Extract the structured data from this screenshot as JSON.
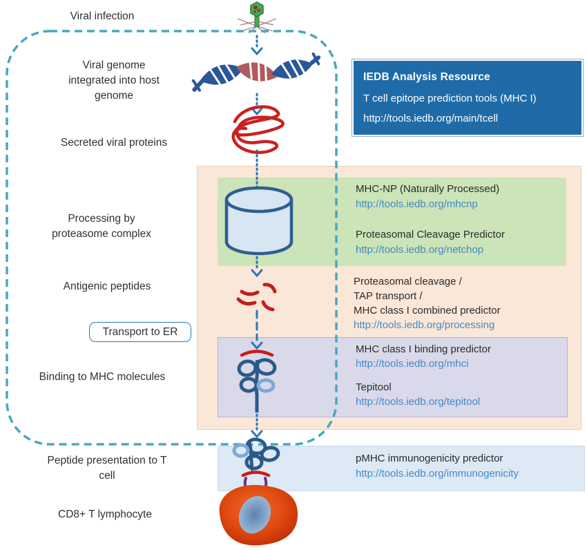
{
  "labels": {
    "viral_infection": "Viral infection",
    "viral_genome": "Viral genome integrated into host genome",
    "secreted_proteins": "Secreted viral proteins",
    "processing": "Processing by proteasome complex",
    "antigenic_peptides": "Antigenic peptides",
    "transport_to_er": "Transport to ER",
    "binding_mhc": "Binding to MHC molecules",
    "peptide_presentation": "Peptide presentation to T cell",
    "cd8_lymphocyte": "CD8+ T lymphocyte"
  },
  "header_box": {
    "title": "IEDB Analysis Resource",
    "subtitle": "T cell epitope prediction tools (MHC I)",
    "url": "http://tools.iedb.org/main/tcell"
  },
  "tools": {
    "mhc_np": {
      "name": "MHC-NP (Naturally Processed)",
      "url": "http://tools.iedb.org/mhcnp"
    },
    "netchop": {
      "name": "Proteasomal Cleavage Predictor",
      "url": "http://tools.iedb.org/netchop"
    },
    "processing": {
      "line1": "Proteasomal cleavage /",
      "line2": "TAP transport /",
      "line3": "MHC class I combined predictor",
      "url": "http://tools.iedb.org/processing"
    },
    "mhci": {
      "name": "MHC class I binding predictor",
      "url": "http://tools.iedb.org/mhci"
    },
    "tepitool": {
      "name": "Tepitool",
      "url": "http://tools.iedb.org/tepitool"
    },
    "immunogenicity": {
      "name": "pMHC immunogenicity predictor",
      "url": "http://tools.iedb.org/immunogenicity"
    }
  },
  "colors": {
    "membrane_dash": "#49A7C1",
    "arrow_blue": "#2E75B6",
    "header_bg": "#1F6BA8",
    "peach_bg": "#FBE7D8",
    "green_bg": "#CBE4B8",
    "purple_bg": "#DAD9EA",
    "bluestrip_bg": "#DDE9F5",
    "link_blue": "#4289C7",
    "label_text": "#303030",
    "protein_red": "#C92121",
    "dna_blue": "#2B5799",
    "dna_red": "#B2595C",
    "mhc_dark": "#2A5A88",
    "mhc_light": "#7FA9D1",
    "tcr_purple": "#6A2FA0",
    "tcell_orange": "#D9430B",
    "nucleus_blue": "#87A8CC",
    "virus_green": "#49A84F"
  }
}
